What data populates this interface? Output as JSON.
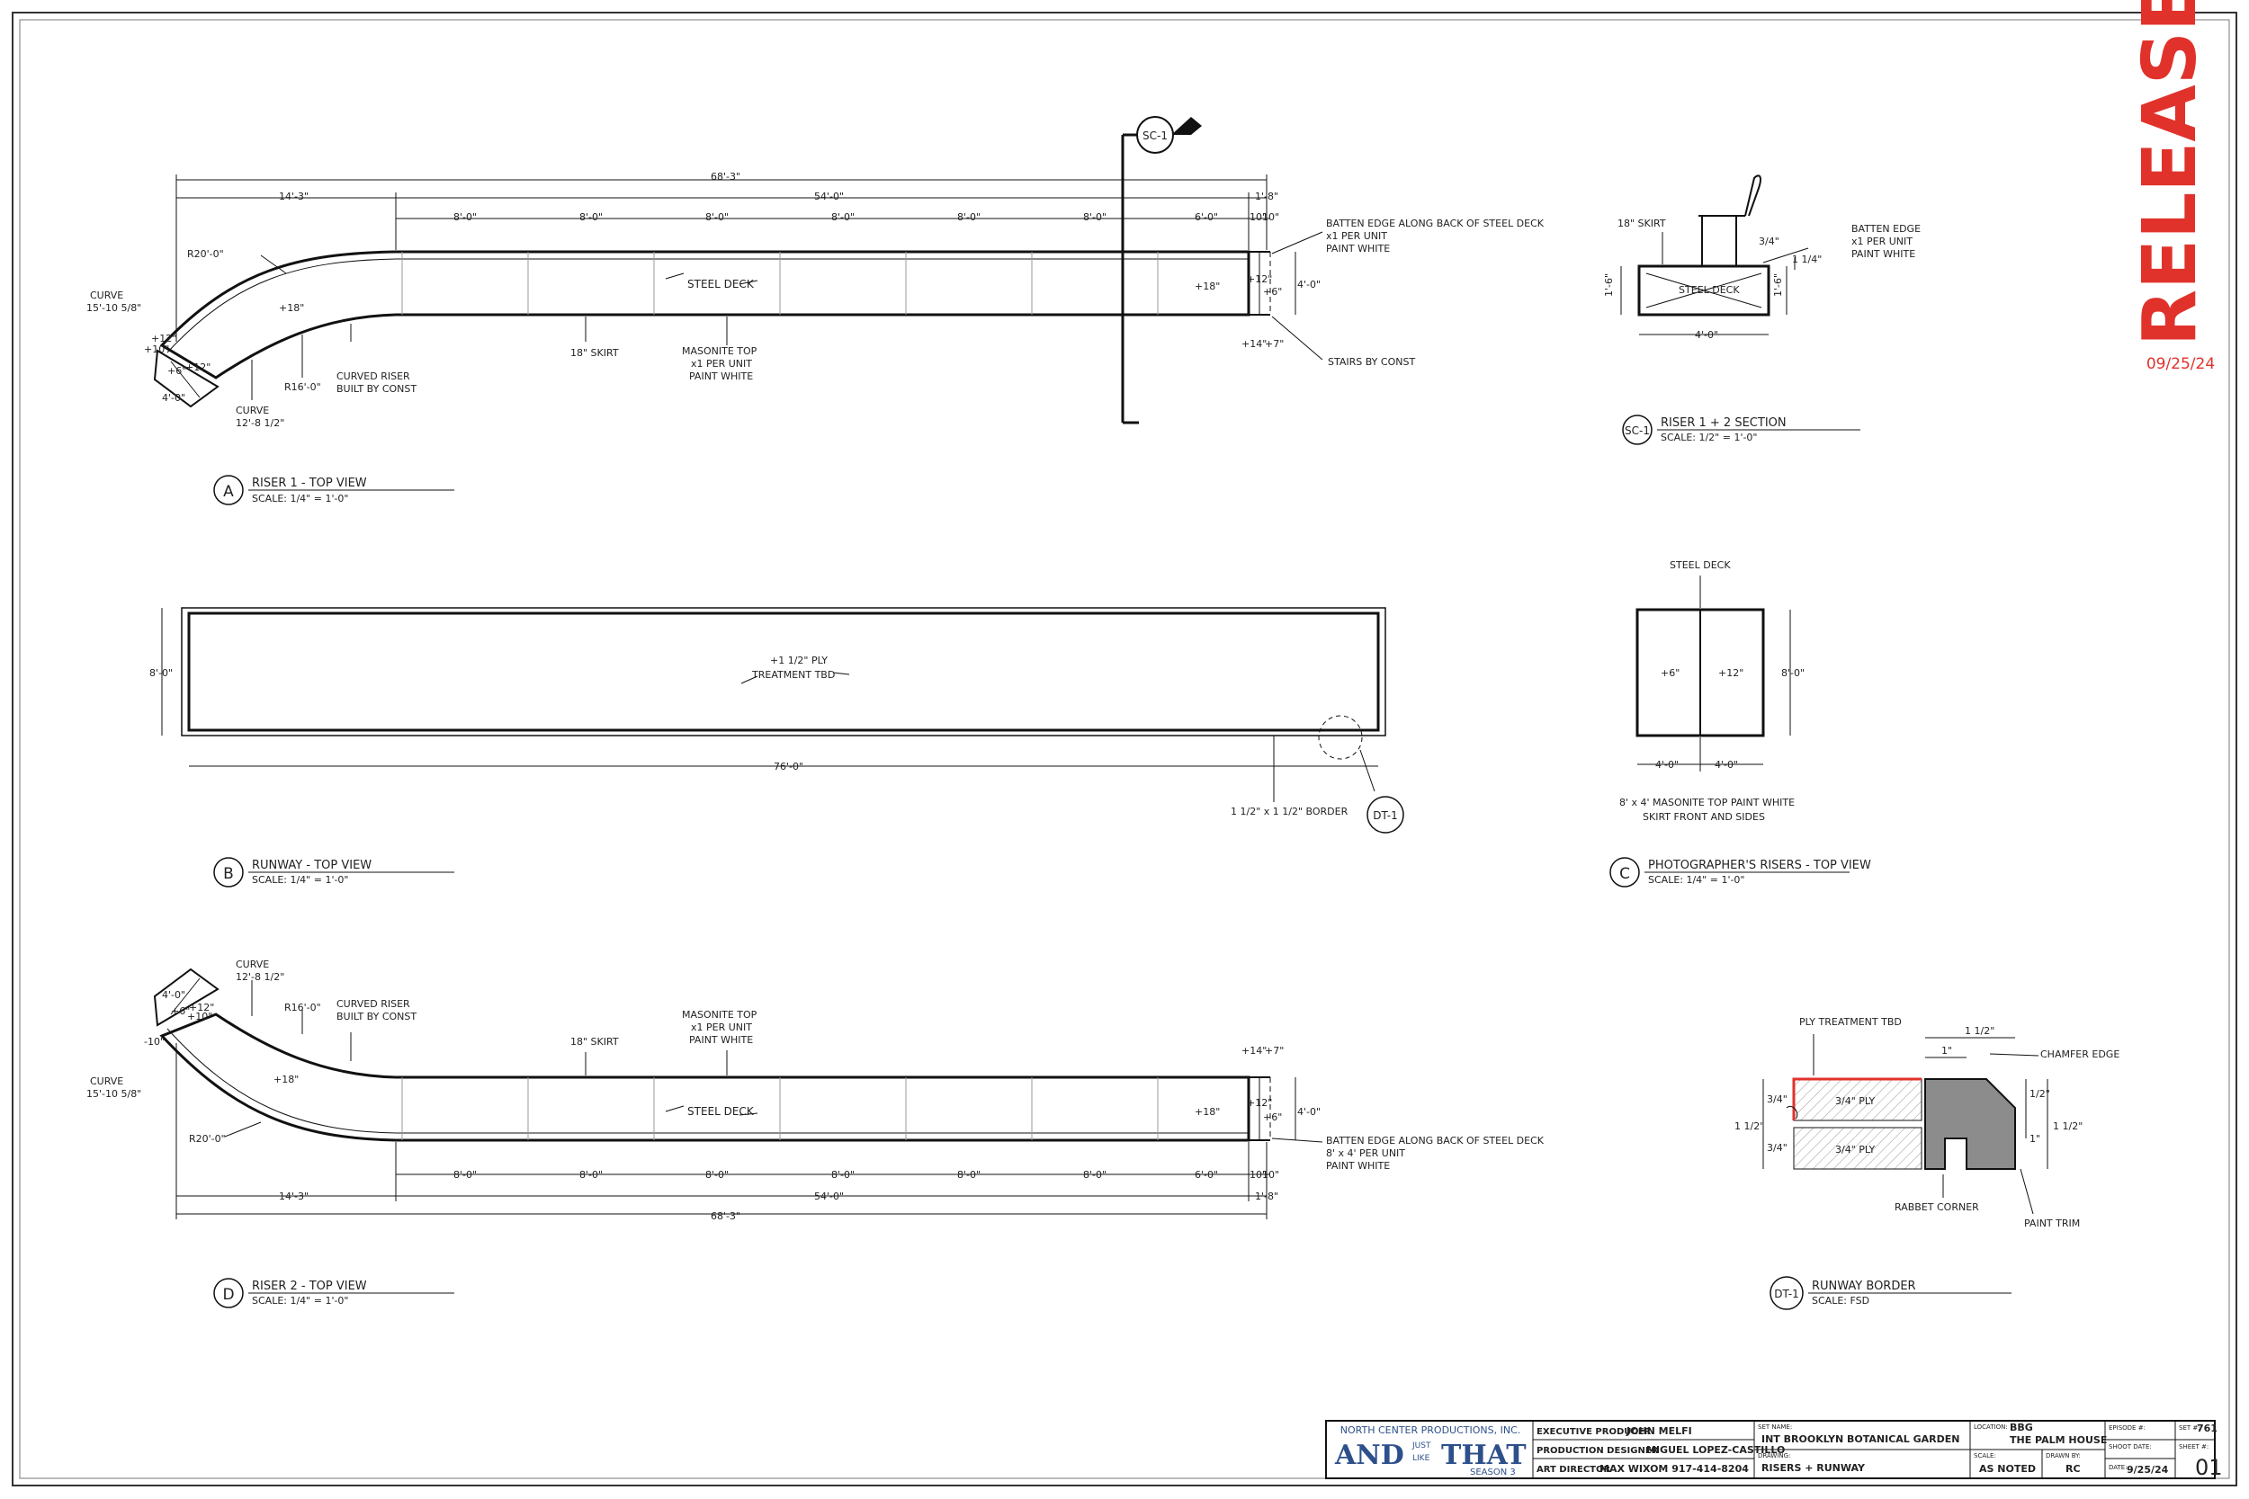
{
  "release": {
    "word": "RELEASE",
    "date": "09/25/24",
    "color": "#e0322b"
  },
  "riser1": {
    "overall": "68'-3\"",
    "left_seg": "14'-3\"",
    "mid_seg": "54'-0\"",
    "right_seg": "1'-8\"",
    "unit": "8'-0\"",
    "last_unit": "6'-0\"",
    "tiny_a": "10\"",
    "tiny_b": "10\"",
    "r_outer": "R20'-0\"",
    "r_inner": "R16'-0\"",
    "curve_outer_label": "CURVE",
    "curve_outer": "15'-10 5/8\"",
    "curve_inner_label": "CURVE",
    "curve_inner": "12'-8 1/2\"",
    "plus18_a": "+18\"",
    "plus18_b": "+18\"",
    "plus12": "+12\"",
    "plus6": "+6\"",
    "end_plus12": "+12\"",
    "end_plus6": "+6\"",
    "end_plus10": "+10\"",
    "end_plus12b": "+12\"",
    "end_width": "4'-0\"",
    "right_height": "4'-0\"",
    "plus14": "+14\"",
    "plus7": "+7\"",
    "steel_deck": "STEEL DECK",
    "skirt": "18\" SKIRT",
    "masonite_1": "MASONITE TOP",
    "masonite_2": "x1 PER UNIT",
    "masonite_3": "PAINT WHITE",
    "curved_1": "CURVED RISER",
    "curved_2": "BUILT BY CONST",
    "batten_1": "BATTEN EDGE ALONG BACK OF STEEL DECK",
    "batten_2": "x1 PER UNIT",
    "batten_3": "PAINT WHITE",
    "stairs": "STAIRS BY CONST",
    "tag": "A",
    "title": "RISER 1 - TOP VIEW",
    "scale": "SCALE: 1/4\" = 1'-0\""
  },
  "section": {
    "tag": "SC-1",
    "title": "RISER 1 + 2 SECTION",
    "scale": "SCALE: 1/2\" = 1'-0\"",
    "skirt": "18\" SKIRT",
    "steel_deck": "STEEL DECK",
    "batten_1": "BATTEN EDGE",
    "batten_2": "x1 PER UNIT",
    "batten_3": "PAINT WHITE",
    "height_left": "1'-6\"",
    "height_right": "1'-6\"",
    "width": "4'-0\"",
    "batten_dim": "3/4\"",
    "batten_dim2": "1 1/4\""
  },
  "runway": {
    "length": "76'-0\"",
    "height": "8'-0\"",
    "ply_1": "+1 1/2\" PLY",
    "ply_2": "TREATMENT TBD",
    "border": "1 1/2\" x 1 1/2\" BORDER",
    "detail": "DT-1",
    "tag": "B",
    "title": "RUNWAY - TOP VIEW",
    "scale": "SCALE: 1/4\" = 1'-0\""
  },
  "photo": {
    "steel_deck": "STEEL DECK",
    "left": "+6\"",
    "right": "+12\"",
    "height": "8'-0\"",
    "w_left": "4'-0\"",
    "w_right": "4'-0\"",
    "note_1": "8' x 4' MASONITE TOP PAINT WHITE",
    "note_2": "SKIRT FRONT AND SIDES",
    "tag": "C",
    "title": "PHOTOGRAPHER'S RISERS - TOP VIEW",
    "scale": "SCALE: 1/4\" = 1'-0\""
  },
  "riser2": {
    "overall": "68'-3\"",
    "left_seg": "14'-3\"",
    "mid_seg": "54'-0\"",
    "right_seg": "1'-8\"",
    "unit": "8'-0\"",
    "last_unit": "6'-0\"",
    "tiny_a": "10\"",
    "tiny_b": "10\"",
    "r_outer": "R20'-0\"",
    "r_inner": "R16'-0\"",
    "curve_outer_label": "CURVE",
    "curve_outer": "15'-10 5/8\"",
    "curve_inner_label": "CURVE",
    "curve_inner": "12'-8 1/2\"",
    "plus18_a": "+18\"",
    "plus18_b": "+18\"",
    "plus12": "+12\"",
    "plus6": "+6\"",
    "end_width": "4'-0\"",
    "right_height": "4'-0\"",
    "plus14": "+14\"",
    "plus7": "+7\"",
    "end_plus10": "+10\"",
    "end_plus6": "+6\"",
    "end_plus12": "+12\"",
    "end_minus10": "-10\"",
    "steel_deck": "STEEL DECK",
    "skirt": "18\" SKIRT",
    "masonite_1": "MASONITE TOP",
    "masonite_2": "x1 PER UNIT",
    "masonite_3": "PAINT WHITE",
    "curved_1": "CURVED RISER",
    "curved_2": "BUILT BY CONST",
    "batten_1": "BATTEN EDGE ALONG BACK OF STEEL DECK",
    "batten_2": "8' x 4' PER UNIT",
    "batten_3": "PAINT WHITE",
    "tag": "D",
    "title": "RISER 2 - TOP VIEW",
    "scale": "SCALE: 1/4\" = 1'-0\""
  },
  "detail": {
    "tag": "DT-1",
    "title": "RUNWAY BORDER",
    "scale": "SCALE: FSD",
    "ply_treatment": "PLY TREATMENT TBD",
    "ply_top": "3/4\" PLY",
    "ply_bottom": "3/4\" PLY",
    "chamfer": "CHAMFER EDGE",
    "rabbet": "RABBET CORNER",
    "paint": "PAINT TRIM",
    "dim_top": "1 1/2\"",
    "dim_top2": "1\"",
    "dim_left": "1 1/2\"",
    "dim_right": "1 1/2\"",
    "dim_r1": "1/2\"",
    "dim_r2": "1\"",
    "dim_l1": "3/4\"",
    "dim_l2": "3/4\"",
    "red": "#e0322b",
    "gray": "#8c8c8c"
  },
  "titleblock": {
    "company": "NORTH CENTER PRODUCTIONS, INC.",
    "logo_and": "AND",
    "logo_just": "JUST",
    "logo_like": "LIKE",
    "logo_that": "THAT",
    "logo_season": "SEASON 3",
    "logo_color": "#2d4f8a",
    "ep_label": "EXECUTIVE PRODUCER",
    "ep_name": "JOHN MELFI",
    "pd_label": "PRODUCTION DESIGNER",
    "pd_name": "MIGUEL LOPEZ-CASTILLO",
    "ad_label": "ART DIRECTOR",
    "ad_name": "MAX WIXOM 917-414-8204",
    "set_label": "SET NAME:",
    "set_name": "INT BROOKLYN BOTANICAL GARDEN",
    "drawing_label": "DRAWING:",
    "drawing_name": "RISERS + RUNWAY",
    "loc_label": "LOCATION:",
    "loc_1": "BBG",
    "loc_2": "THE PALM HOUSE",
    "scale_label": "SCALE:",
    "scale_val": "AS NOTED",
    "drawn_label": "DRAWN BY:",
    "drawn_val": "RC",
    "ep_num_label": "EPISODE #:",
    "ep_num": "",
    "set_num_label": "SET #:",
    "set_num": "761",
    "shoot_label": "SHOOT DATE:",
    "shoot_val": "",
    "sheet_label": "SHEET #:",
    "sheet_val": "01",
    "date_label": "DATE:",
    "date_val": "9/25/24"
  }
}
